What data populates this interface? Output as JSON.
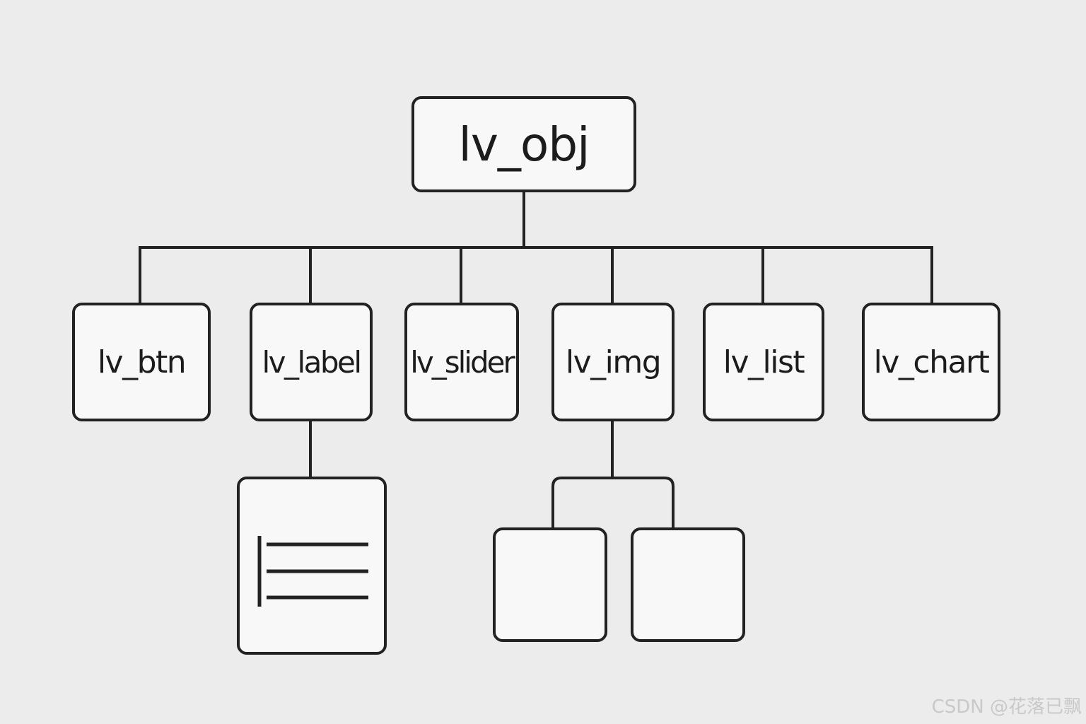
{
  "diagram": {
    "root": {
      "label": "lv_obj"
    },
    "children": [
      {
        "label": "lv_btn"
      },
      {
        "label": "lv_label"
      },
      {
        "label": "lv_slider"
      },
      {
        "label": "lv_img"
      },
      {
        "label": "lv_list"
      },
      {
        "label": "lv_chart"
      }
    ],
    "icons": {
      "label_child": "text-document-icon",
      "img_children": [
        "blank-box",
        "blank-box"
      ]
    },
    "colors": {
      "background": "#ececec",
      "node_fill": "#f8f8f8",
      "stroke": "#222222",
      "watermark": "#c9c9c9"
    }
  },
  "watermark": {
    "text": "CSDN @花落已飘"
  }
}
